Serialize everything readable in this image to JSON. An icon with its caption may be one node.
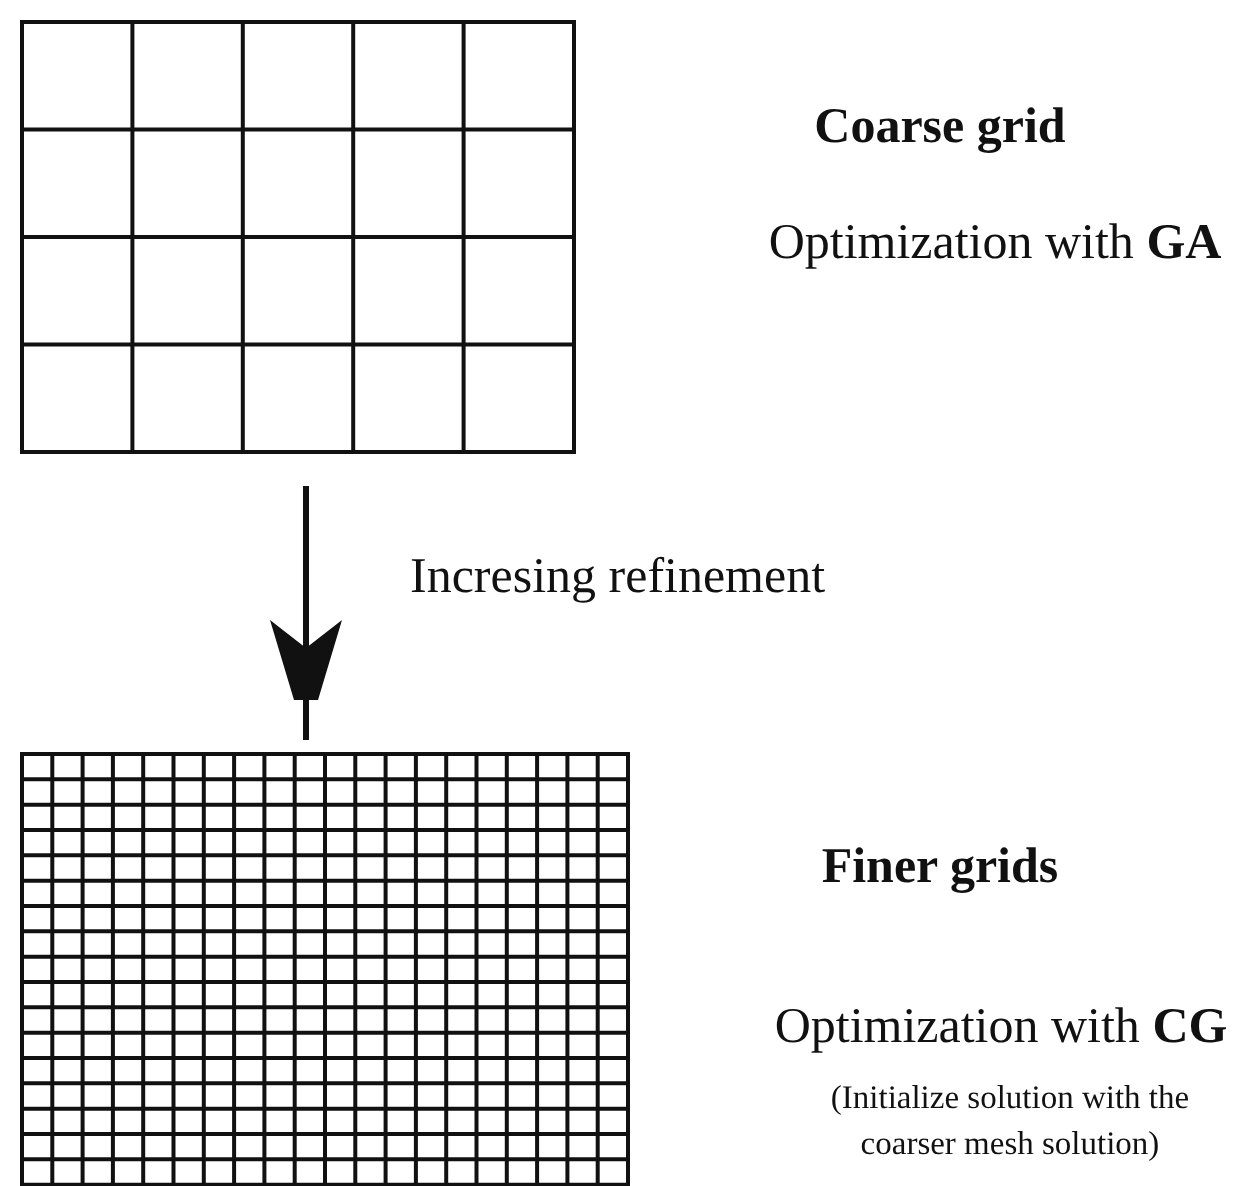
{
  "diagram": {
    "nodes": [
      {
        "text": [],
        "shape": "picture",
        "beside": [
          "Coarse grid",
          "Optimization with **GA**"
        ]
      },
      {
        "text": [],
        "shape": "picture",
        "beside": [
          "Finer grids",
          "Optimization with **CG**",
          "(Initialize solution with the coarser mesh solution)"
        ]
      }
    ],
    "edges": [
      {
        "from": 0,
        "to": 1,
        "arrow": "to",
        "label": "Incresing refinement"
      }
    ]
  }
}
